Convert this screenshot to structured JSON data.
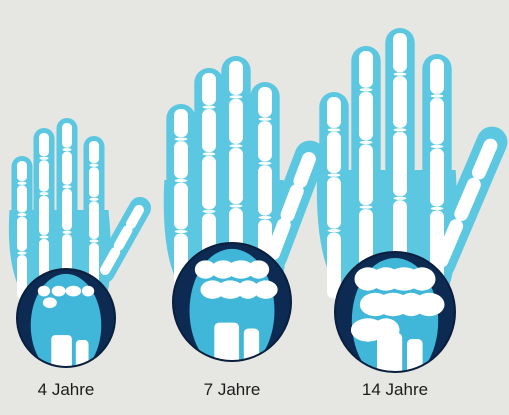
{
  "figure": {
    "captions": [
      "4 Jahre",
      "7 Jahre",
      "14 Jahre"
    ]
  },
  "colors": {
    "background": "#e6e6e3",
    "hand": "#5cc7e0",
    "bone": "#ffffff",
    "wrist_circle": "#0c2a52",
    "wrist_fill": "#40b6d9"
  }
}
